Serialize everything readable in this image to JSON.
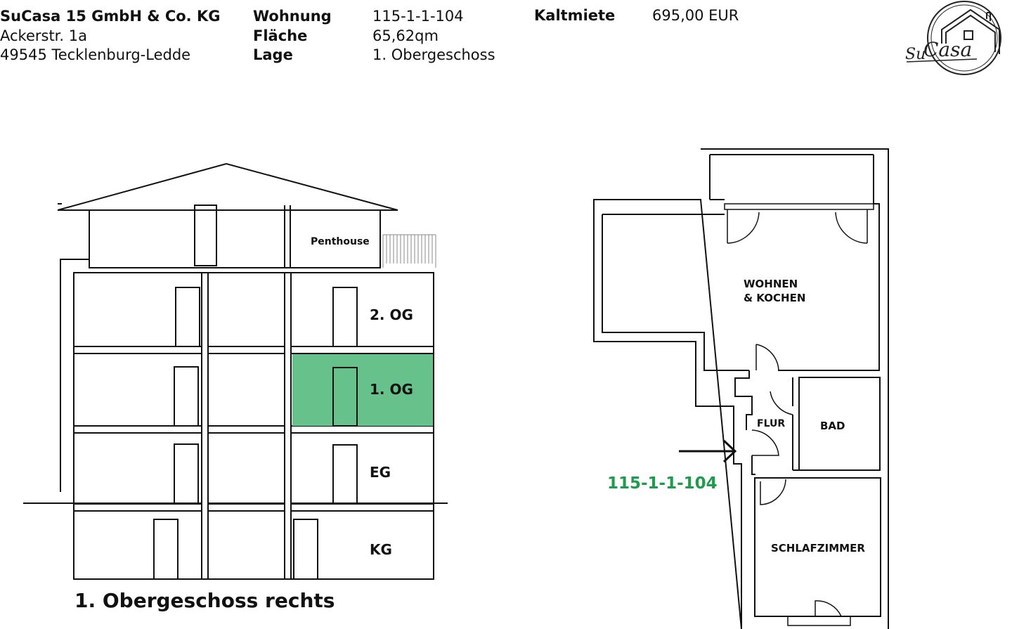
{
  "header": {
    "company": {
      "name": "SuCasa 15 GmbH & Co. KG",
      "street": "Ackerstr. 1a",
      "city": "49545 Tecklenburg-Ledde"
    },
    "details": [
      {
        "label": "Wohnung",
        "value": "115-1-1-104"
      },
      {
        "label": "Fläche",
        "value": "65,62qm"
      },
      {
        "label": "Lage",
        "value": "1. Obergeschoss"
      }
    ],
    "rent": {
      "label": "Kaltmiete",
      "value": "695,00 EUR"
    }
  },
  "logo": {
    "text_su": "Su",
    "text_casa": "Casa"
  },
  "section": {
    "floors": [
      {
        "label": "Penthouse"
      },
      {
        "label": "2. OG"
      },
      {
        "label": "1. OG"
      },
      {
        "label": "EG"
      },
      {
        "label": "KG"
      }
    ],
    "highlight_color": "#66c18b",
    "caption": "1. Obergeschoss rechts"
  },
  "floorplan": {
    "rooms": {
      "living_line1": "WOHNEN",
      "living_line2": "& KOCHEN",
      "hall": "FLUR",
      "bath": "BAD",
      "bedroom": "SCHLAFZIMMER"
    },
    "unit_id": "115-1-1-104",
    "unit_color": "#1e9b4c"
  }
}
